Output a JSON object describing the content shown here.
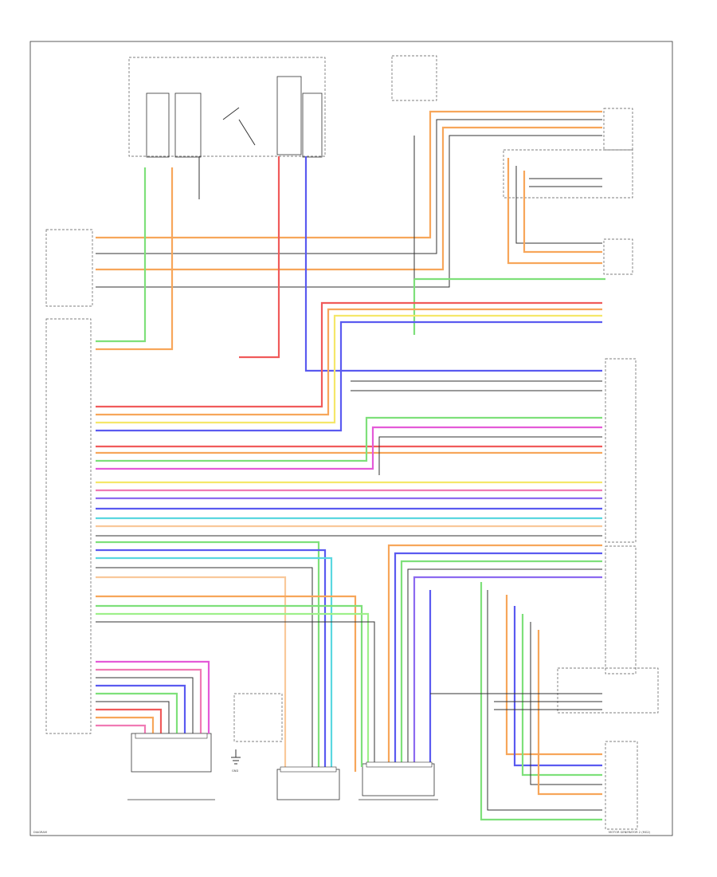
{
  "colors": {
    "orange": "#f7a65a",
    "gray": "#333333",
    "green": "#7ee07a",
    "yellow": "#f5e76a",
    "red": "#f05a5a",
    "blue": "#5a5af0",
    "pink": "#f07ab4",
    "magenta": "#e45ad8",
    "cyan": "#5ad7e0",
    "lightgreen": "#9ef08a",
    "peach": "#f9c89a",
    "violet": "#8c6af0"
  },
  "labels": {
    "bottom_left_code": "DIAGRAM",
    "bottom_right_code": "MOTOR GENERATOR 2 (MG2)",
    "gnd_label": "GND"
  }
}
